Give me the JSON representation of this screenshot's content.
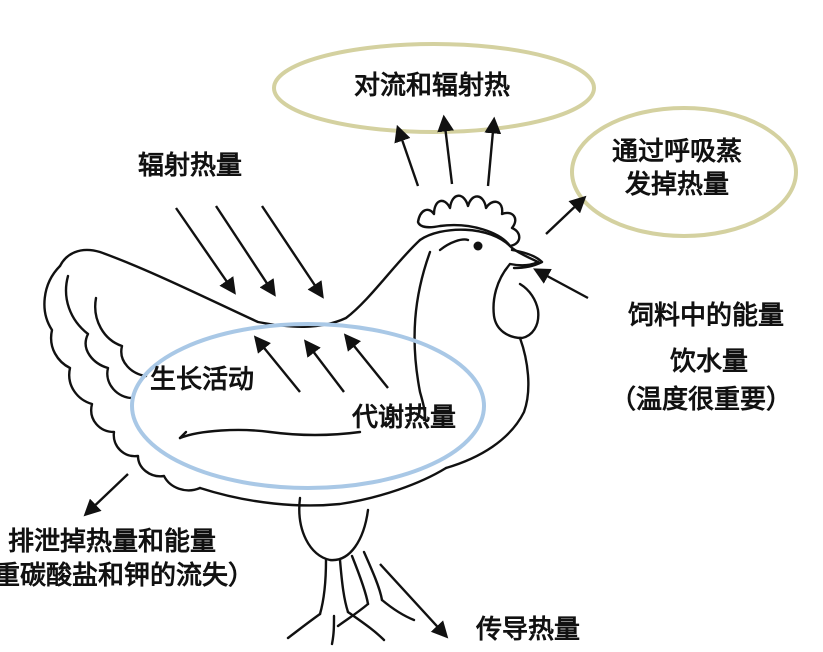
{
  "labels": {
    "convection_radiation": "对流和辐射热",
    "radiant_heat": "辐射热量",
    "respiration_line1": "通过呼吸蒸",
    "respiration_line2": "发掉热量",
    "feed_energy": "饲料中的能量",
    "water_intake": "饮水量",
    "temperature_note": "（温度很重要）",
    "growth_activity": "生长活动",
    "metabolic_heat": "代谢热量",
    "excretion_line1": "排泄掉热量和能量",
    "excretion_line2": "重碳酸盐和钾的流失）",
    "conduction_heat": "传导热量"
  },
  "colors": {
    "convection_ellipse": "#d4d1a0",
    "metabolism_ellipse": "#a9c8e6",
    "ink": "#111111"
  }
}
